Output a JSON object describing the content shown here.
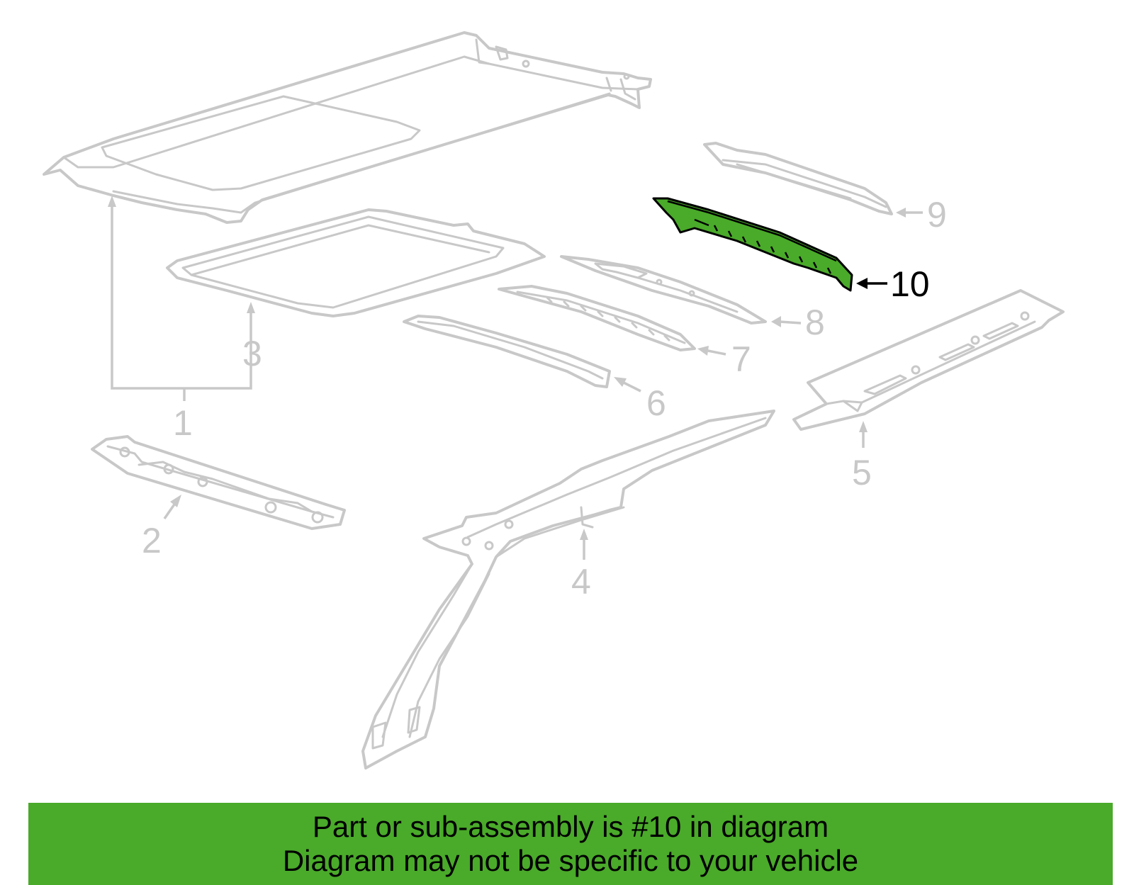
{
  "diagram": {
    "highlight_color": "#4aaa2a",
    "part_outline_color": "#c8c8c8",
    "callouts": [
      {
        "number": "1",
        "highlighted": false
      },
      {
        "number": "2",
        "highlighted": false
      },
      {
        "number": "3",
        "highlighted": false
      },
      {
        "number": "4",
        "highlighted": false
      },
      {
        "number": "5",
        "highlighted": false
      },
      {
        "number": "6",
        "highlighted": false
      },
      {
        "number": "7",
        "highlighted": false
      },
      {
        "number": "8",
        "highlighted": false
      },
      {
        "number": "9",
        "highlighted": false
      },
      {
        "number": "10",
        "highlighted": true
      }
    ]
  },
  "banner": {
    "line1": "Part or sub-assembly is #10 in diagram",
    "line2": "Diagram may not be specific to your vehicle",
    "background_color": "#4aaa2a"
  }
}
